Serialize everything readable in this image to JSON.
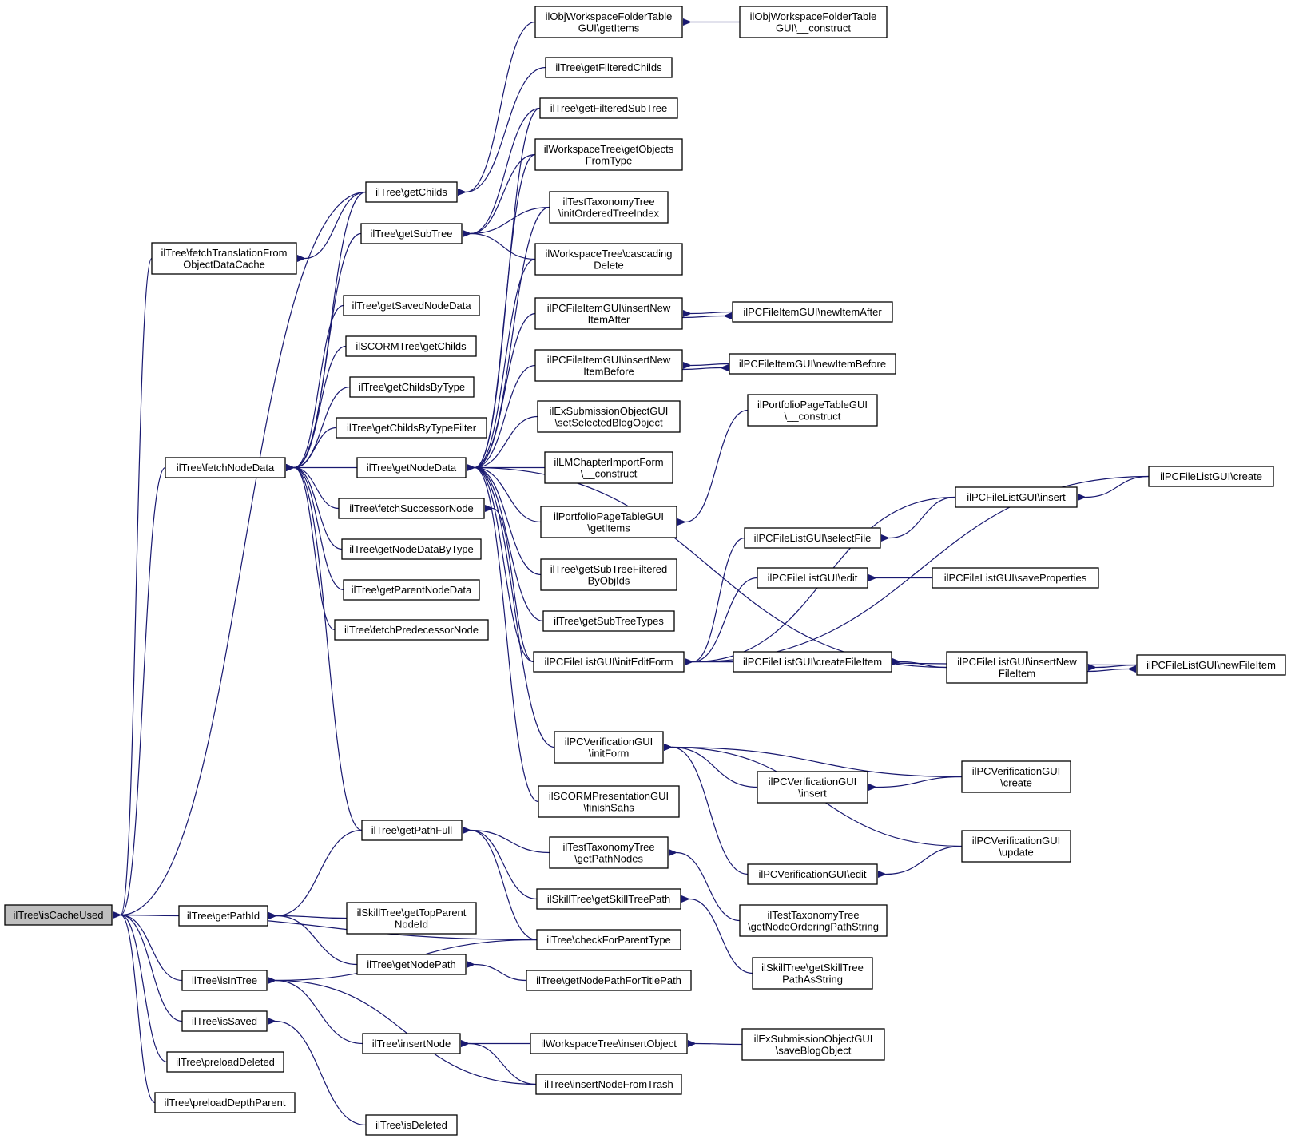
{
  "diagram": {
    "type": "call-graph",
    "edge_color": "#191970",
    "root_fill": "#bfbfbf",
    "nodes": [
      {
        "id": "isCacheUsed",
        "lines": [
          "ilTree\\isCacheUsed"
        ],
        "root": true
      },
      {
        "id": "fetchTranslationFromObjectDataCache",
        "lines": [
          "ilTree\\fetchTranslationFrom",
          "ObjectDataCache"
        ]
      },
      {
        "id": "fetchNodeData",
        "lines": [
          "ilTree\\fetchNodeData"
        ]
      },
      {
        "id": "getPathId",
        "lines": [
          "ilTree\\getPathId"
        ]
      },
      {
        "id": "isInTree",
        "lines": [
          "ilTree\\isInTree"
        ]
      },
      {
        "id": "isSaved",
        "lines": [
          "ilTree\\isSaved"
        ]
      },
      {
        "id": "preloadDeleted",
        "lines": [
          "ilTree\\preloadDeleted"
        ]
      },
      {
        "id": "preloadDepthParent",
        "lines": [
          "ilTree\\preloadDepthParent"
        ]
      },
      {
        "id": "getChilds",
        "lines": [
          "ilTree\\getChilds"
        ]
      },
      {
        "id": "getSubTree",
        "lines": [
          "ilTree\\getSubTree"
        ]
      },
      {
        "id": "getSavedNodeData",
        "lines": [
          "ilTree\\getSavedNodeData"
        ]
      },
      {
        "id": "scormGetChilds",
        "lines": [
          "ilSCORMTree\\getChilds"
        ]
      },
      {
        "id": "getChildsByType",
        "lines": [
          "ilTree\\getChildsByType"
        ]
      },
      {
        "id": "getChildsByTypeFilter",
        "lines": [
          "ilTree\\getChildsByTypeFilter"
        ]
      },
      {
        "id": "getNodeData",
        "lines": [
          "ilTree\\getNodeData"
        ]
      },
      {
        "id": "fetchSuccessorNode",
        "lines": [
          "ilTree\\fetchSuccessorNode"
        ]
      },
      {
        "id": "getNodeDataByType",
        "lines": [
          "ilTree\\getNodeDataByType"
        ]
      },
      {
        "id": "getParentNodeData",
        "lines": [
          "ilTree\\getParentNodeData"
        ]
      },
      {
        "id": "fetchPredecessorNode",
        "lines": [
          "ilTree\\fetchPredecessorNode"
        ]
      },
      {
        "id": "getPathFull",
        "lines": [
          "ilTree\\getPathFull"
        ]
      },
      {
        "id": "skillGetTopParentNodeId",
        "lines": [
          "ilSkillTree\\getTopParent",
          "NodeId"
        ]
      },
      {
        "id": "getNodePath",
        "lines": [
          "ilTree\\getNodePath"
        ]
      },
      {
        "id": "insertNode",
        "lines": [
          "ilTree\\insertNode"
        ]
      },
      {
        "id": "isDeleted",
        "lines": [
          "ilTree\\isDeleted"
        ]
      },
      {
        "id": "objWsFolderGetItems",
        "lines": [
          "ilObjWorkspaceFolderTable",
          "GUI\\getItems"
        ]
      },
      {
        "id": "getFilteredChilds",
        "lines": [
          "ilTree\\getFilteredChilds"
        ]
      },
      {
        "id": "getFilteredSubTree",
        "lines": [
          "ilTree\\getFilteredSubTree"
        ]
      },
      {
        "id": "wsGetObjectsFromType",
        "lines": [
          "ilWorkspaceTree\\getObjects",
          "FromType"
        ]
      },
      {
        "id": "taxInitOrderedTreeIndex",
        "lines": [
          "ilTestTaxonomyTree",
          "\\initOrderedTreeIndex"
        ]
      },
      {
        "id": "wsCascadingDelete",
        "lines": [
          "ilWorkspaceTree\\cascading",
          "Delete"
        ]
      },
      {
        "id": "pcFileItemInsertNewItemAfter",
        "lines": [
          "ilPCFileItemGUI\\insertNew",
          "ItemAfter"
        ]
      },
      {
        "id": "pcFileItemInsertNewItemBefore",
        "lines": [
          "ilPCFileItemGUI\\insertNew",
          "ItemBefore"
        ]
      },
      {
        "id": "exSubSetSelectedBlogObject",
        "lines": [
          "ilExSubmissionObjectGUI",
          "\\setSelectedBlogObject"
        ]
      },
      {
        "id": "lmChapterImportConstruct",
        "lines": [
          "ilLMChapterImportForm",
          "\\__construct"
        ]
      },
      {
        "id": "portfolioGetItems",
        "lines": [
          "ilPortfolioPageTableGUI",
          "\\getItems"
        ]
      },
      {
        "id": "getSubTreeFilteredByObjIds",
        "lines": [
          "ilTree\\getSubTreeFiltered",
          "ByObjIds"
        ]
      },
      {
        "id": "getSubTreeTypes",
        "lines": [
          "ilTree\\getSubTreeTypes"
        ]
      },
      {
        "id": "pcFileListInitEditForm",
        "lines": [
          "ilPCFileListGUI\\initEditForm"
        ]
      },
      {
        "id": "pcVerificationInitForm",
        "lines": [
          "ilPCVerificationGUI",
          "\\initForm"
        ]
      },
      {
        "id": "scormPresFinishSahs",
        "lines": [
          "ilSCORMPresentationGUI",
          "\\finishSahs"
        ]
      },
      {
        "id": "taxGetPathNodes",
        "lines": [
          "ilTestTaxonomyTree",
          "\\getPathNodes"
        ]
      },
      {
        "id": "skillGetSkillTreePath",
        "lines": [
          "ilSkillTree\\getSkillTreePath"
        ]
      },
      {
        "id": "checkForParentType",
        "lines": [
          "ilTree\\checkForParentType"
        ]
      },
      {
        "id": "getNodePathForTitlePath",
        "lines": [
          "ilTree\\getNodePathForTitlePath"
        ]
      },
      {
        "id": "wsInsertObject",
        "lines": [
          "ilWorkspaceTree\\insertObject"
        ]
      },
      {
        "id": "insertNodeFromTrash",
        "lines": [
          "ilTree\\insertNodeFromTrash"
        ]
      },
      {
        "id": "objWsFolderConstruct",
        "lines": [
          "ilObjWorkspaceFolderTable",
          "GUI\\__construct"
        ]
      },
      {
        "id": "pcFileItemNewItemAfter",
        "lines": [
          "ilPCFileItemGUI\\newItemAfter"
        ]
      },
      {
        "id": "pcFileItemNewItemBefore",
        "lines": [
          "ilPCFileItemGUI\\newItemBefore"
        ]
      },
      {
        "id": "portfolioConstruct",
        "lines": [
          "ilPortfolioPageTableGUI",
          "\\__construct"
        ]
      },
      {
        "id": "pcFileListSelectFile",
        "lines": [
          "ilPCFileListGUI\\selectFile"
        ]
      },
      {
        "id": "pcFileListEdit",
        "lines": [
          "ilPCFileListGUI\\edit"
        ]
      },
      {
        "id": "pcFileListCreateFileItem",
        "lines": [
          "ilPCFileListGUI\\createFileItem"
        ]
      },
      {
        "id": "pcVerificationInsert",
        "lines": [
          "ilPCVerificationGUI",
          "\\insert"
        ]
      },
      {
        "id": "pcVerificationEdit",
        "lines": [
          "ilPCVerificationGUI\\edit"
        ]
      },
      {
        "id": "taxGetNodeOrderingPathString",
        "lines": [
          "ilTestTaxonomyTree",
          "\\getNodeOrderingPathString"
        ]
      },
      {
        "id": "skillGetSkillTreePathAsString",
        "lines": [
          "ilSkillTree\\getSkillTree",
          "PathAsString"
        ]
      },
      {
        "id": "exSubSaveBlogObject",
        "lines": [
          "ilExSubmissionObjectGUI",
          "\\saveBlogObject"
        ]
      },
      {
        "id": "pcFileListInsert",
        "lines": [
          "ilPCFileListGUI\\insert"
        ]
      },
      {
        "id": "pcFileListSaveProperties",
        "lines": [
          "ilPCFileListGUI\\saveProperties"
        ]
      },
      {
        "id": "pcFileListInsertNewFileItem",
        "lines": [
          "ilPCFileListGUI\\insertNew",
          "FileItem"
        ]
      },
      {
        "id": "pcVerificationCreate",
        "lines": [
          "ilPCVerificationGUI",
          "\\create"
        ]
      },
      {
        "id": "pcVerificationUpdate",
        "lines": [
          "ilPCVerificationGUI",
          "\\update"
        ]
      },
      {
        "id": "pcFileListCreate",
        "lines": [
          "ilPCFileListGUI\\create"
        ]
      },
      {
        "id": "pcFileListNewFileItem",
        "lines": [
          "ilPCFileListGUI\\newFileItem"
        ]
      }
    ],
    "edges": [
      {
        "from": "isCacheUsed",
        "to": "fetchTranslationFromObjectDataCache"
      },
      {
        "from": "isCacheUsed",
        "to": "fetchNodeData"
      },
      {
        "from": "isCacheUsed",
        "to": "getChilds"
      },
      {
        "from": "isCacheUsed",
        "to": "getPathId"
      },
      {
        "from": "isCacheUsed",
        "to": "isInTree"
      },
      {
        "from": "isCacheUsed",
        "to": "isSaved"
      },
      {
        "from": "isCacheUsed",
        "to": "preloadDeleted"
      },
      {
        "from": "isCacheUsed",
        "to": "preloadDepthParent"
      },
      {
        "from": "isCacheUsed",
        "to": "checkForParentType"
      },
      {
        "from": "fetchTranslationFromObjectDataCache",
        "to": "getChilds"
      },
      {
        "from": "fetchNodeData",
        "to": "getChilds"
      },
      {
        "from": "fetchNodeData",
        "to": "getSubTree"
      },
      {
        "from": "fetchNodeData",
        "to": "getSavedNodeData"
      },
      {
        "from": "fetchNodeData",
        "to": "scormGetChilds"
      },
      {
        "from": "fetchNodeData",
        "to": "getChildsByType"
      },
      {
        "from": "fetchNodeData",
        "to": "getChildsByTypeFilter"
      },
      {
        "from": "fetchNodeData",
        "to": "getNodeData"
      },
      {
        "from": "fetchNodeData",
        "to": "fetchSuccessorNode"
      },
      {
        "from": "fetchNodeData",
        "to": "getNodeDataByType"
      },
      {
        "from": "fetchNodeData",
        "to": "getParentNodeData"
      },
      {
        "from": "fetchNodeData",
        "to": "fetchPredecessorNode"
      },
      {
        "from": "fetchNodeData",
        "to": "getPathFull"
      },
      {
        "from": "getChilds",
        "to": "objWsFolderGetItems"
      },
      {
        "from": "getChilds",
        "to": "getFilteredChilds"
      },
      {
        "from": "getSubTree",
        "to": "getFilteredSubTree"
      },
      {
        "from": "getSubTree",
        "to": "wsGetObjectsFromType"
      },
      {
        "from": "getSubTree",
        "to": "taxInitOrderedTreeIndex"
      },
      {
        "from": "getSubTree",
        "to": "wsCascadingDelete"
      },
      {
        "from": "getNodeData",
        "to": "getFilteredSubTree"
      },
      {
        "from": "getNodeData",
        "to": "wsGetObjectsFromType"
      },
      {
        "from": "getNodeData",
        "to": "taxInitOrderedTreeIndex"
      },
      {
        "from": "getNodeData",
        "to": "wsCascadingDelete"
      },
      {
        "from": "getNodeData",
        "to": "pcFileItemInsertNewItemAfter"
      },
      {
        "from": "getNodeData",
        "to": "pcFileItemInsertNewItemBefore"
      },
      {
        "from": "getNodeData",
        "to": "exSubSetSelectedBlogObject"
      },
      {
        "from": "getNodeData",
        "to": "lmChapterImportConstruct"
      },
      {
        "from": "getNodeData",
        "to": "portfolioGetItems"
      },
      {
        "from": "getNodeData",
        "to": "getSubTreeFilteredByObjIds"
      },
      {
        "from": "getNodeData",
        "to": "getSubTreeTypes"
      },
      {
        "from": "getNodeData",
        "to": "pcFileListInitEditForm"
      },
      {
        "from": "getNodeData",
        "to": "pcVerificationInitForm"
      },
      {
        "from": "getNodeData",
        "to": "scormPresFinishSahs"
      },
      {
        "from": "getNodeData",
        "to": "pcFileListInsertNewFileItem"
      },
      {
        "from": "fetchSuccessorNode",
        "to": "pcFileListInitEditForm"
      },
      {
        "from": "getPathId",
        "to": "getPathFull"
      },
      {
        "from": "getPathId",
        "to": "skillGetTopParentNodeId"
      },
      {
        "from": "getPathId",
        "to": "getNodePath"
      },
      {
        "from": "getPathFull",
        "to": "taxGetPathNodes"
      },
      {
        "from": "getPathFull",
        "to": "skillGetSkillTreePath"
      },
      {
        "from": "getPathFull",
        "to": "checkForParentType"
      },
      {
        "from": "getNodePath",
        "to": "getNodePathForTitlePath"
      },
      {
        "from": "isInTree",
        "to": "checkForParentType"
      },
      {
        "from": "isInTree",
        "to": "insertNode"
      },
      {
        "from": "isInTree",
        "to": "insertNodeFromTrash"
      },
      {
        "from": "isSaved",
        "to": "isDeleted"
      },
      {
        "from": "insertNode",
        "to": "wsInsertObject"
      },
      {
        "from": "insertNode",
        "to": "insertNodeFromTrash"
      },
      {
        "from": "wsInsertObject",
        "to": "exSubSaveBlogObject"
      },
      {
        "from": "objWsFolderGetItems",
        "to": "objWsFolderConstruct"
      },
      {
        "from": "pcFileItemInsertNewItemAfter",
        "to": "pcFileItemNewItemAfter"
      },
      {
        "from": "pcFileItemNewItemAfter",
        "to": "pcFileItemInsertNewItemAfter"
      },
      {
        "from": "pcFileItemInsertNewItemBefore",
        "to": "pcFileItemNewItemBefore"
      },
      {
        "from": "pcFileItemNewItemBefore",
        "to": "pcFileItemInsertNewItemBefore"
      },
      {
        "from": "portfolioGetItems",
        "to": "portfolioConstruct"
      },
      {
        "from": "pcFileListInitEditForm",
        "to": "pcFileListSelectFile"
      },
      {
        "from": "pcFileListInitEditForm",
        "to": "pcFileListEdit"
      },
      {
        "from": "pcFileListInitEditForm",
        "to": "pcFileListInsert"
      },
      {
        "from": "pcFileListInitEditForm",
        "to": "pcFileListCreate"
      },
      {
        "from": "pcFileListInitEditForm",
        "to": "pcFileListNewFileItem"
      },
      {
        "from": "pcFileListInitEditForm",
        "to": "pcFileListCreateFileItem"
      },
      {
        "from": "pcFileListSelectFile",
        "to": "pcFileListInsert"
      },
      {
        "from": "pcFileListInsert",
        "to": "pcFileListCreate"
      },
      {
        "from": "pcFileListEdit",
        "to": "pcFileListSaveProperties"
      },
      {
        "from": "pcFileListCreateFileItem",
        "to": "pcFileListInsertNewFileItem"
      },
      {
        "from": "pcFileListInsertNewFileItem",
        "to": "pcFileListNewFileItem"
      },
      {
        "from": "pcFileListNewFileItem",
        "to": "pcFileListInsertNewFileItem"
      },
      {
        "from": "pcVerificationInitForm",
        "to": "pcVerificationInsert"
      },
      {
        "from": "pcVerificationInitForm",
        "to": "pcVerificationCreate"
      },
      {
        "from": "pcVerificationInitForm",
        "to": "pcVerificationUpdate"
      },
      {
        "from": "pcVerificationInitForm",
        "to": "pcVerificationEdit"
      },
      {
        "from": "pcVerificationInsert",
        "to": "pcVerificationCreate"
      },
      {
        "from": "pcVerificationEdit",
        "to": "pcVerificationUpdate"
      },
      {
        "from": "taxGetPathNodes",
        "to": "taxGetNodeOrderingPathString"
      },
      {
        "from": "skillGetSkillTreePath",
        "to": "skillGetSkillTreePathAsString"
      }
    ]
  }
}
